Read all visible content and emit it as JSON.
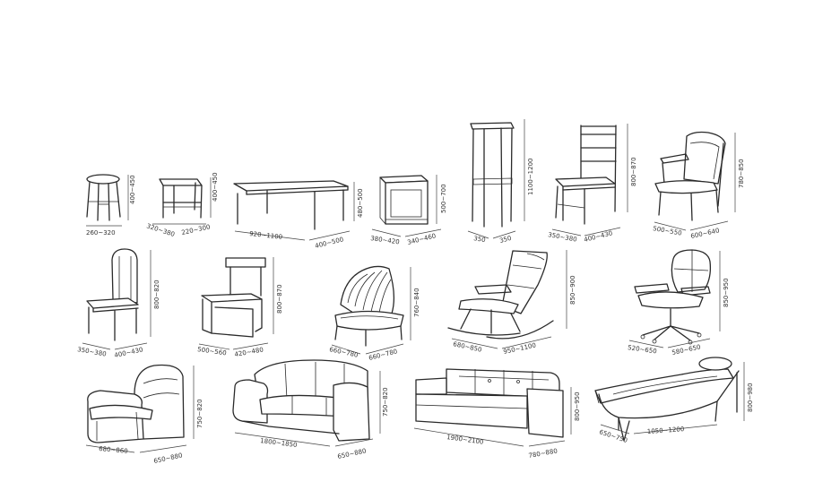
{
  "figure": {
    "title": "",
    "background": "#ffffff",
    "line_color": "#2a2a2a"
  },
  "dims": {
    "stool_h": "400~450",
    "stool_w": "260~320",
    "bench_h": "400~450",
    "bench_w": "320~380",
    "bench_d": "220~300",
    "table_w": "920~1100",
    "table_h": "480~500",
    "table_d": "400~500",
    "cabinet_h": "500~700",
    "cabinet_w": "380~420",
    "cabinet_d": "340~460",
    "barstool_h": "1100~1200",
    "barstool_w": "350",
    "barstool_d": "350",
    "ladder_chair_h": "800~870",
    "ladder_chair_w": "350~380",
    "ladder_chair_d": "400~430",
    "armchair_h": "780~850",
    "armchair_w": "500~550",
    "armchair_d": "600~640",
    "highback_h": "800~820",
    "highback_w": "350~380",
    "highback_d": "400~430",
    "tubechair_h": "800~870",
    "tubechair_w": "500~560",
    "tubechair_d": "420~480",
    "wicker_h": "760~840",
    "wicker_w": "660~780",
    "wicker_d": "660~780",
    "rocker_h": "850~900",
    "rocker_w": "680~850",
    "rocker_d": "950~1100",
    "office_h": "850~950",
    "office_w": "520~650",
    "office_d": "580~650",
    "clubchair_h": "750~820",
    "clubchair_w": "680~860",
    "clubchair_d": "650~880",
    "sofa_h": "750~820",
    "sofa_w": "1800~1850",
    "sofa_d": "650~880",
    "daybed_h": "800~950",
    "daybed_w": "1900~2100",
    "daybed_d": "780~880",
    "lounge_h": "800~980",
    "lounge_d": "650~750",
    "lounge_w": "1050~1200"
  }
}
